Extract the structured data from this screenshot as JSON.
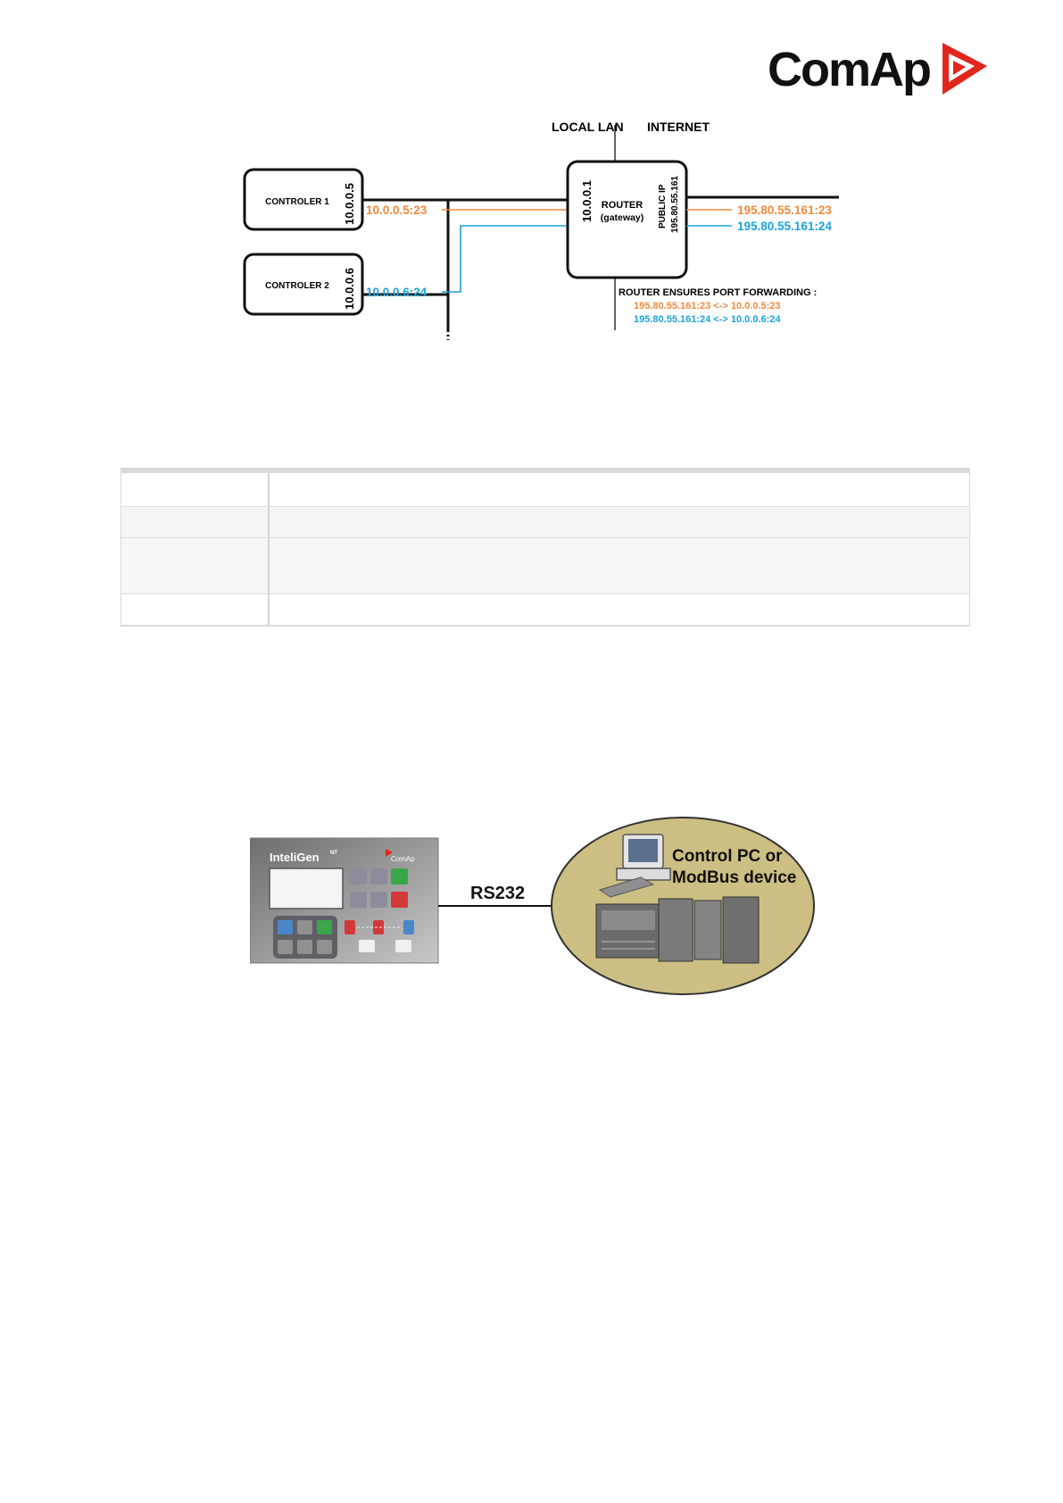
{
  "logo": {
    "text": "ComAp",
    "accent": "#e1261c"
  },
  "network_diagram": {
    "headers": {
      "left": "LOCAL LAN",
      "right": "INTERNET"
    },
    "controllers": [
      {
        "name": "CONTROLER 1",
        "ip": "10.0.0.5",
        "port_label": "10.0.0.5:23"
      },
      {
        "name": "CONTROLER 2",
        "ip": "10.0.0.6",
        "port_label": "10.0.0.6:24"
      }
    ],
    "router": {
      "title": "ROUTER",
      "subtitle": "(gateway)",
      "lan_ip": "10.0.0.1",
      "public_ip_label": "PUBLIC IP",
      "public_ip": "195.80.55.161"
    },
    "public_ports": [
      "195.80.55.161:23",
      "195.80.55.161:24"
    ],
    "forwarding": {
      "title": "ROUTER ENSURES  PORT FORWARDING :",
      "rules": [
        "195.80.55.161:23 <-> 10.0.0.5:23",
        "195.80.55.161:24 <-> 10.0.0.6:24"
      ]
    },
    "colors": {
      "orange": "#f08a3c",
      "blue": "#1aa3d8",
      "line": "#111111"
    }
  },
  "table": {
    "rows": [
      {
        "a": "",
        "b": ""
      },
      {
        "a": "",
        "b": ""
      },
      {
        "a": "",
        "b": ""
      },
      {
        "a": "",
        "b": ""
      }
    ]
  },
  "rs232_diagram": {
    "device": {
      "brand": "InteliGen",
      "brand_sup": "NT",
      "maker": "ComAp"
    },
    "link_label": "RS232",
    "target": {
      "line1": "Control PC or",
      "line2": "ModBus device"
    },
    "colors": {
      "ellipse": "#cdbf83",
      "ellipse_border": "#333333"
    }
  }
}
